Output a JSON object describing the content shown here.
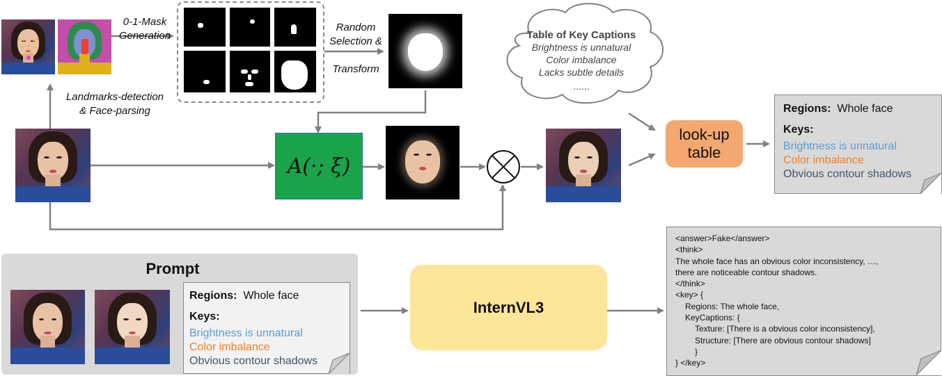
{
  "diagram": {
    "labels": {
      "mask_generation_line1": "0-1-Mask",
      "mask_generation_line2": "Generation",
      "random_sel_line1": "Random",
      "random_sel_line2": "Selection &",
      "random_sel_line3": "Transform",
      "landmarks_line1": "Landmarks-detection",
      "landmarks_line2": "& Face-parsing",
      "operator": "A(·; ξ)",
      "multiply_symbol": "⊗"
    },
    "caption_cloud": {
      "title": "Table of Key Captions",
      "items": [
        "Brightness is unnatural",
        "Color imbalance",
        "Lacks subtle details",
        "......"
      ]
    },
    "lookup_table": {
      "line1": "look-up",
      "line2": "table"
    },
    "region_note": {
      "regions_label": "Regions:",
      "regions_value": "Whole face",
      "keys_label": "Keys:",
      "keys": [
        "Brightness is unnatural",
        "Color imbalance",
        "Obvious contour shadows"
      ],
      "key_colors": [
        "#5b9bd5",
        "#ed7d31",
        "#44546a"
      ]
    },
    "prompt": {
      "title": "Prompt",
      "regions_label": "Regions:",
      "regions_value": "Whole face",
      "keys_label": "Keys:",
      "keys": [
        "Brightness is unnatural",
        "Color imbalance",
        "Obvious contour shadows"
      ]
    },
    "model": {
      "name": "InternVL3"
    },
    "output": {
      "lines": [
        "<answer>Fake</answer>",
        "<think>",
        "The whole face has an obvious color inconsistency, …,",
        "there are noticeable contour shadows.",
        "</think>",
        "<key> {",
        "    Regions: The whole face,",
        "    KeyCaptions: {",
        "        Texture: [There is a obvious color inconsistency],",
        "        Structure: [There are obvious contour shadows]",
        "    }",
        "} </key>"
      ]
    },
    "colors": {
      "arrow": "#808080",
      "operator_box": "#1aa34a",
      "lookup_box": "#f2a86f",
      "model_box": "#fde599",
      "note_fill": "#d9d9d9"
    }
  }
}
